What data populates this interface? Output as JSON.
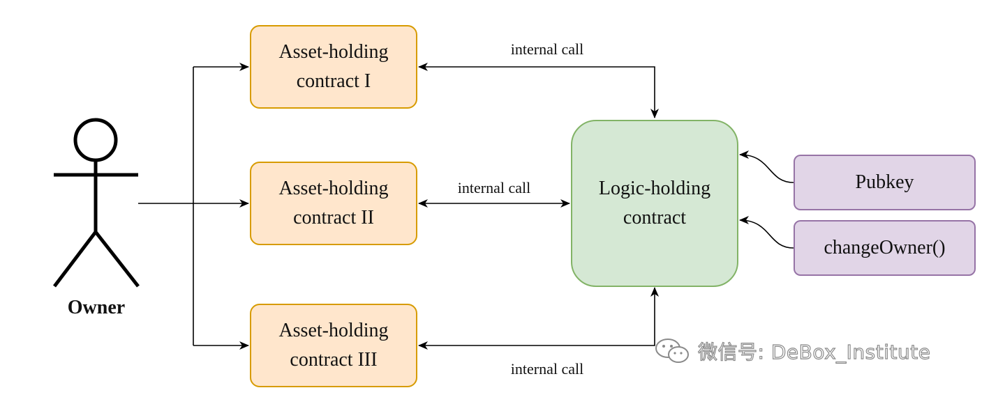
{
  "owner": {
    "label": "Owner"
  },
  "asset_contracts": [
    {
      "label": "Asset-holding\ncontract I"
    },
    {
      "label": "Asset-holding\ncontract II"
    },
    {
      "label": "Asset-holding\ncontract III"
    }
  ],
  "logic_contract": {
    "label": "Logic-holding\ncontract"
  },
  "inputs": [
    {
      "label": "Pubkey"
    },
    {
      "label": "changeOwner()"
    }
  ],
  "edge_labels": {
    "top": "internal call",
    "middle": "internal call",
    "bottom": "internal call"
  },
  "watermark": {
    "text": "微信号: DeBox_Institute",
    "icon": "wechat-icon"
  },
  "colors": {
    "asset_fill": "#ffe6cc",
    "asset_border": "#d79b00",
    "logic_fill": "#d5e8d4",
    "logic_border": "#82b366",
    "input_fill": "#e1d5e7",
    "input_border": "#9673a6",
    "line": "#000000"
  }
}
